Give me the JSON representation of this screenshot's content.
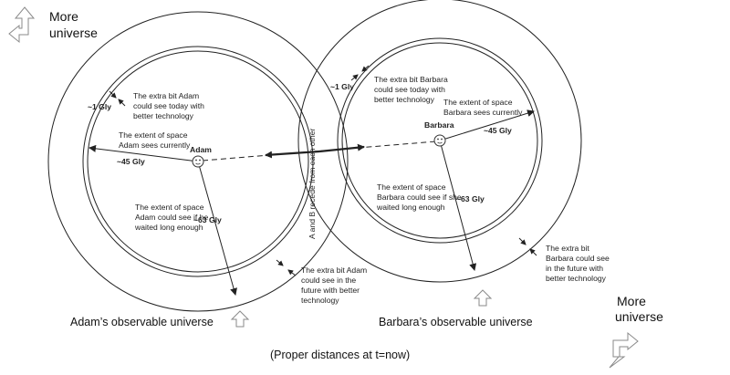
{
  "colors": {
    "stroke": "#222222",
    "arrow_fill": "#ffffff",
    "arrow_stroke": "#8a8a8a",
    "face_fill": "#ffffff"
  },
  "corner_labels": {
    "top_left": [
      "More",
      "universe"
    ],
    "bottom_right": [
      "More",
      "universe"
    ]
  },
  "observers": {
    "adam": {
      "name": "Adam",
      "sees_currently": [
        "The extent of space",
        "Adam sees currently"
      ],
      "current_distance": "~45 Gly",
      "see_today_better_tech": [
        "The extra bit Adam",
        "could see today with",
        "better technology"
      ],
      "today_bit": "~1 Gly",
      "see_if_waited": [
        "The extent of space",
        "Adam could see if he",
        "waited long enough"
      ],
      "future_distance": "~63 Gly",
      "see_future_better_tech": [
        "The extra bit Adam",
        "could see in the",
        "future with better",
        "technology"
      ],
      "caption": "Adam’s observable universe",
      "icon": "smiley-face-icon"
    },
    "barbara": {
      "name": "Barbara",
      "sees_currently": [
        "The extent of space",
        "Barbara sees currently"
      ],
      "current_distance": "~45 Gly",
      "see_today_better_tech": [
        "The extra bit Barbara",
        "could see today with",
        "better technology"
      ],
      "today_bit": "~1 Gly",
      "see_if_waited": [
        "The extent of space",
        "Barbara  could see if she",
        "waited long enough"
      ],
      "future_distance": "~63 Gly",
      "see_future_better_tech": [
        "The extra bit",
        "Barbara could see",
        "in the future with",
        "better technology"
      ],
      "caption": "Barbara’s observable universe",
      "icon": "smiley-face-icon"
    }
  },
  "recede_label": "A and B recede from each other",
  "footer": "(Proper distances at t=now)"
}
